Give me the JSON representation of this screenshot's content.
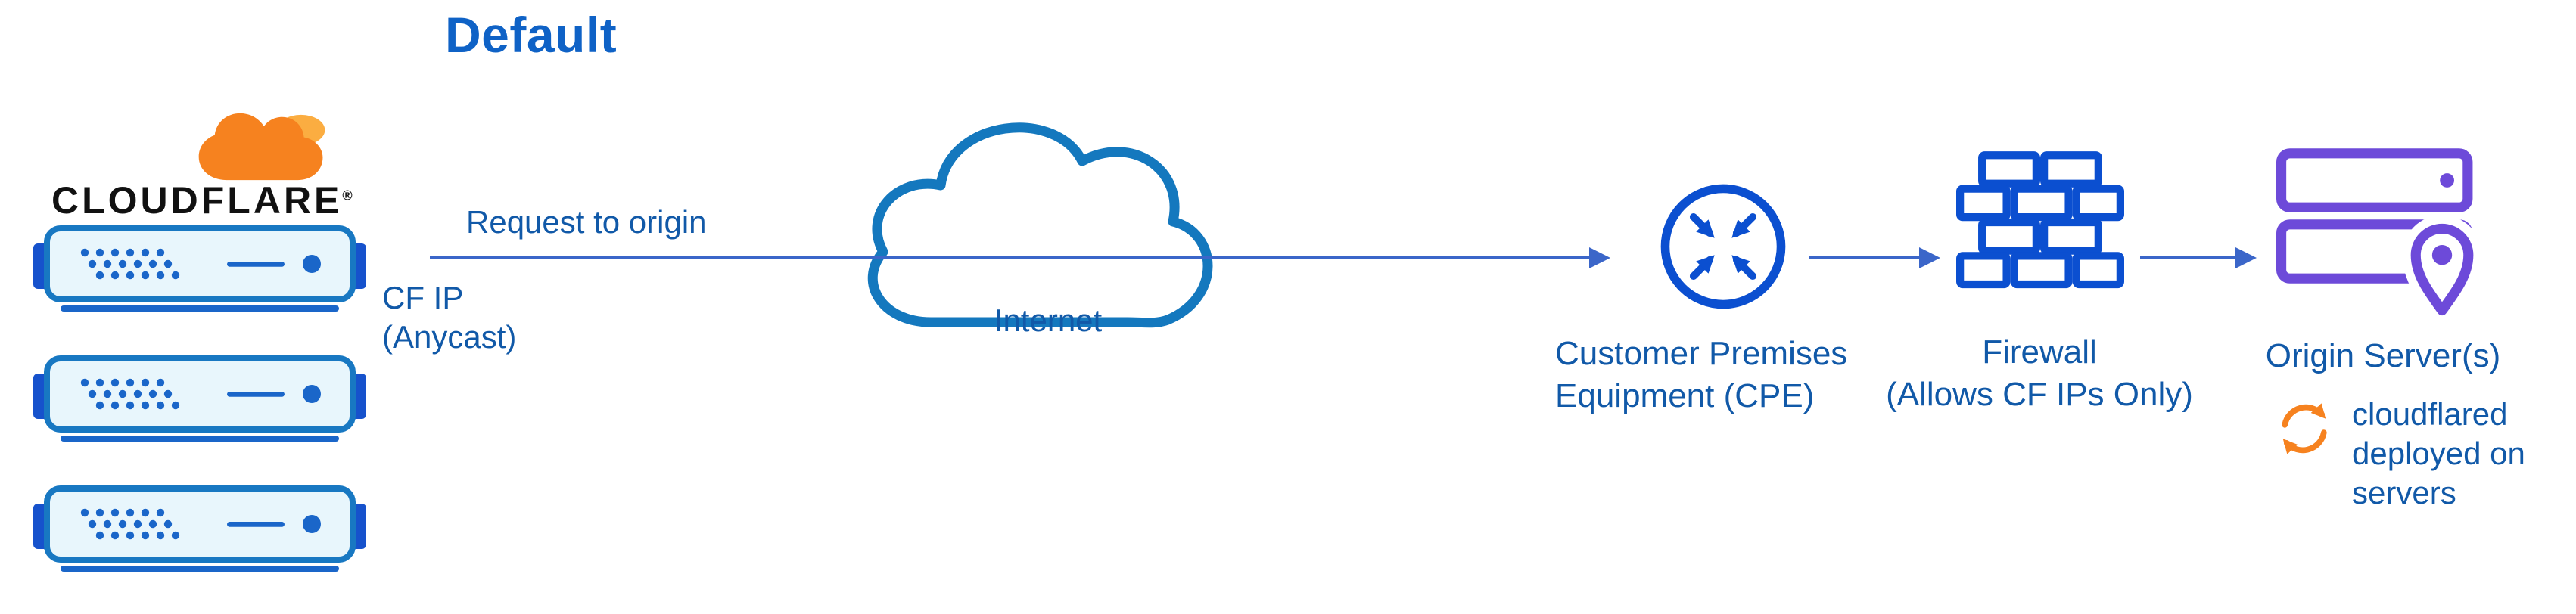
{
  "title": "Default",
  "brand": {
    "name": "CLOUDFLARE",
    "registered": "®"
  },
  "flow": {
    "request_label": "Request to origin",
    "cf_ip": {
      "line1": "CF IP",
      "line2": "(Anycast)"
    }
  },
  "internet": {
    "label": "Internet"
  },
  "cpe": {
    "line1": "Customer Premises",
    "line2": "Equipment (CPE)"
  },
  "firewall": {
    "line1": "Firewall",
    "line2": "(Allows CF IPs Only)"
  },
  "origin": {
    "label": "Origin Server(s)",
    "note": {
      "line1": "cloudflared",
      "line2": "deployed on",
      "line3": "servers"
    }
  },
  "icons": {
    "cloudflare_logo": "cloudflare-cloud-icon",
    "edge_server": "edge-server-icon",
    "internet_cloud": "internet-cloud-icon",
    "cpe": "cpe-router-icon",
    "firewall": "firewall-brick-icon",
    "origin": "origin-server-icon",
    "location": "location-pin-icon",
    "cloudflared": "sync-arrows-icon"
  },
  "colors": {
    "title_blue": "#0F62C6",
    "text_blue": "#1159A8",
    "arrow_blue": "#3B66C9",
    "icon_blue": "#0B4FD0",
    "cloud_stroke": "#1478BE",
    "server_stroke": "#1878C2",
    "server_fill": "#E8F6FC",
    "server_detail": "#1A66C9",
    "tab_blue": "#1652CC",
    "orange": "#F6821F",
    "orange_light": "#FBAD41",
    "purple": "#6D4AD9",
    "ink": "#111111"
  }
}
